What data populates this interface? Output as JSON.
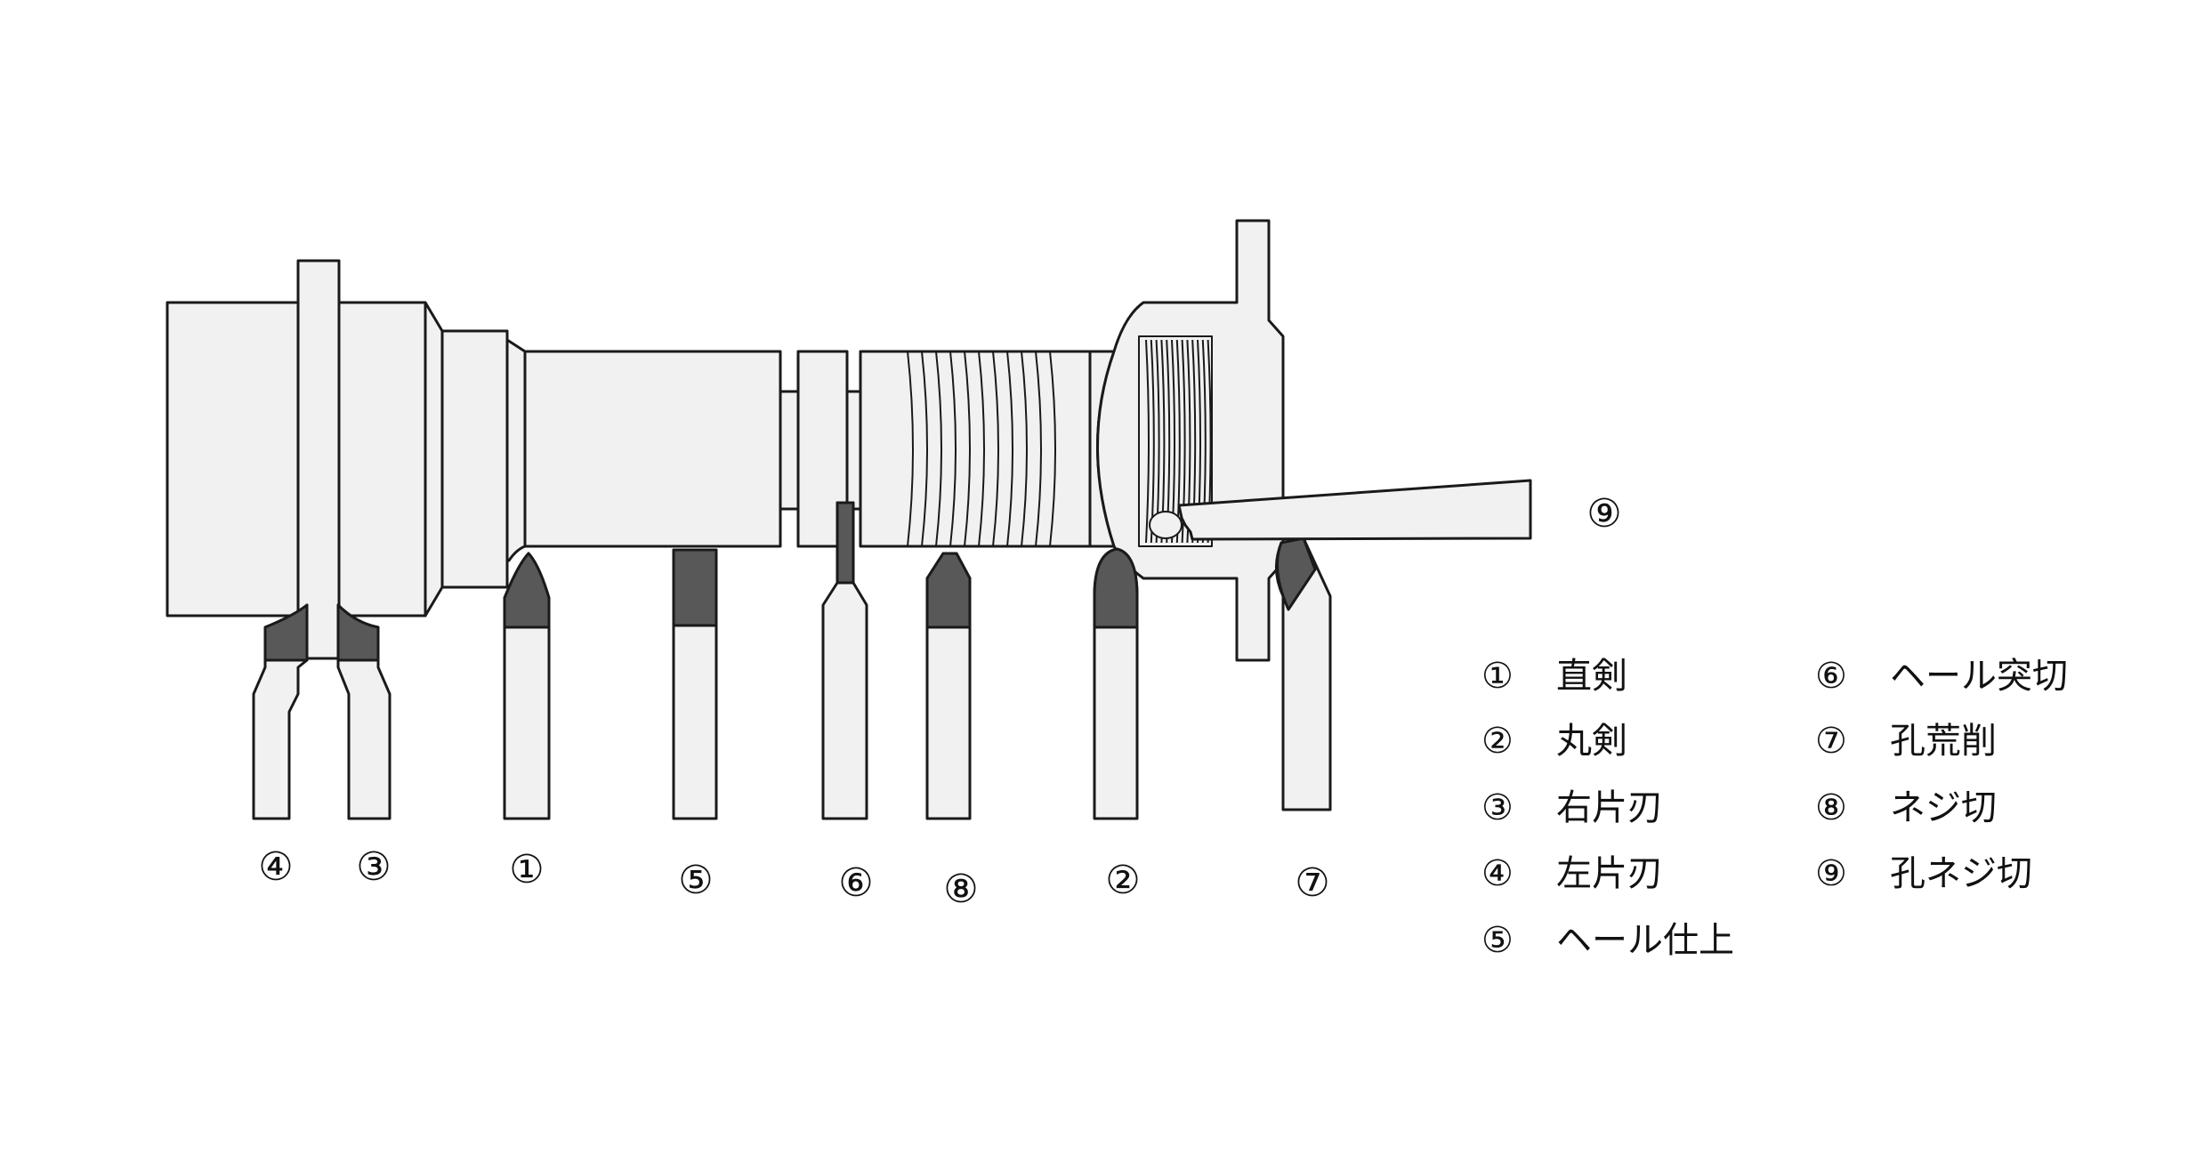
{
  "colors": {
    "fill": "#f1f1f1",
    "stroke": "#1a1a1a",
    "tip": "#585858"
  },
  "tool_numbers": {
    "t4": "④",
    "t3": "③",
    "t1": "①",
    "t5": "⑤",
    "t6": "⑥",
    "t8": "⑧",
    "t2": "②",
    "t7": "⑦",
    "t9": "⑨"
  },
  "legend": [
    {
      "num": "①",
      "label": "直剣"
    },
    {
      "num": "②",
      "label": "丸剣"
    },
    {
      "num": "③",
      "label": "右片刃"
    },
    {
      "num": "④",
      "label": "左片刃"
    },
    {
      "num": "⑤",
      "label": "ヘール仕上"
    },
    {
      "num": "⑥",
      "label": "ヘール突切"
    },
    {
      "num": "⑦",
      "label": "孔荒削"
    },
    {
      "num": "⑧",
      "label": "ネジ切"
    },
    {
      "num": "⑨",
      "label": "孔ネジ切"
    }
  ]
}
